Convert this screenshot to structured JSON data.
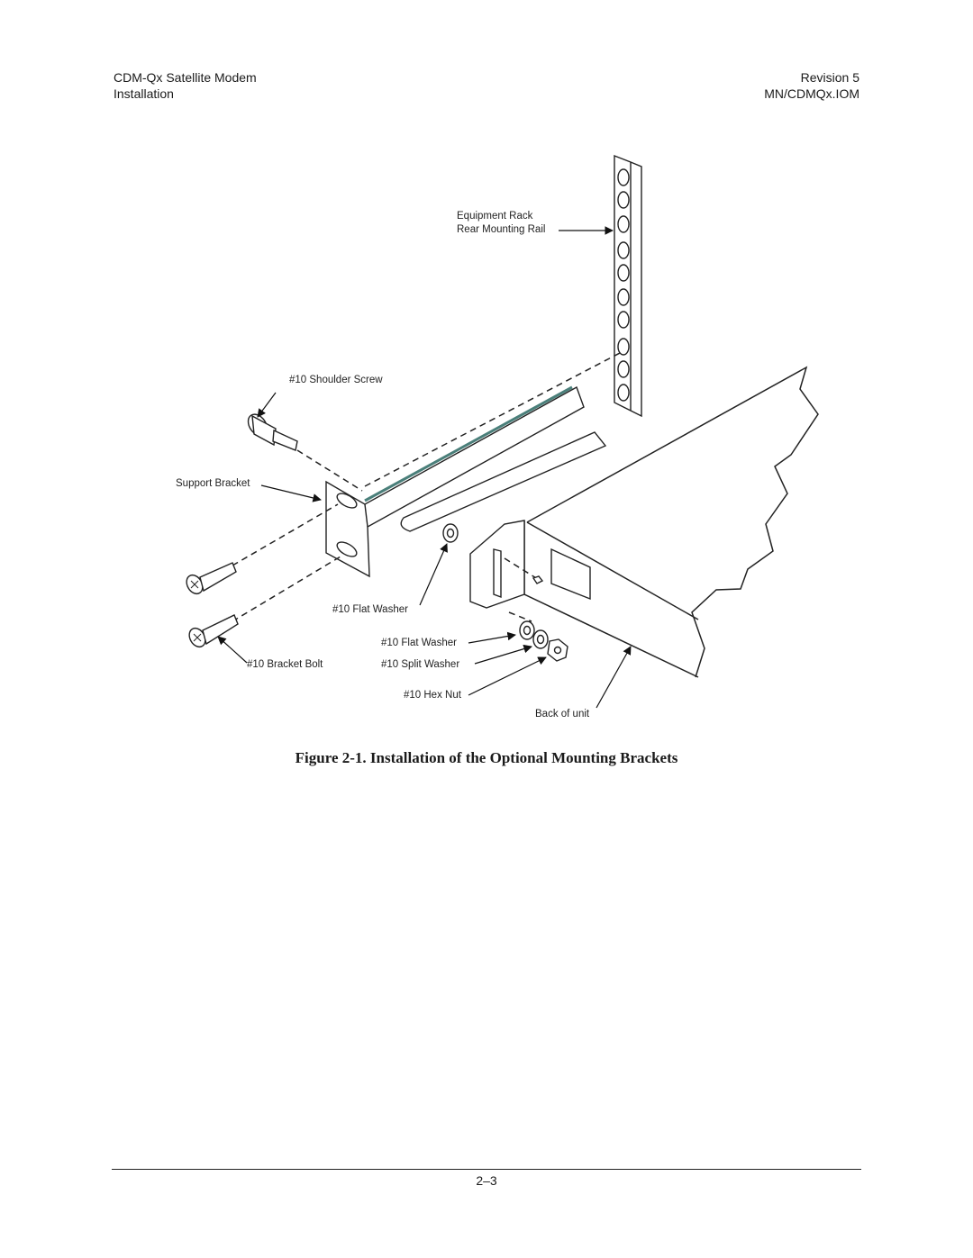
{
  "header": {
    "doc_title": "CDM-Qx Satellite Modem",
    "section": "Installation",
    "revision": "Revision 5",
    "doc_number": "MN/CDMQx.IOM"
  },
  "figure": {
    "labels": {
      "rack_line1": "Equipment Rack",
      "rack_line2": "Rear Mounting Rail",
      "shoulder_screw": "#10 Shoulder Screw",
      "support_bracket": "Support Bracket",
      "flat_washer_bracket": "#10 Flat Washer",
      "flat_washer": "#10 Flat Washer",
      "bracket_bolt": "#10 Bracket Bolt",
      "split_washer": "#10 Split Washer",
      "hex_nut": "#10 Hex Nut",
      "back_of_unit": "Back of unit"
    },
    "caption": "Figure 2-1.  Installation of the Optional Mounting Brackets"
  },
  "footer": {
    "page_number": "2–3"
  }
}
